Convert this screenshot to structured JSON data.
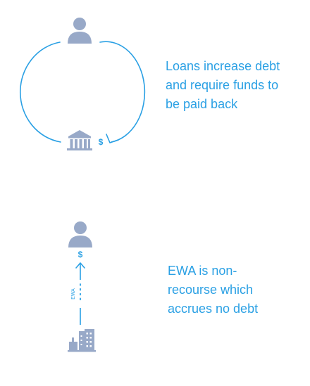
{
  "colors": {
    "icon": "#98a9c8",
    "accent": "#2aa0e4"
  },
  "icons": {
    "person": "person-icon",
    "bank": "bank-icon",
    "factory": "factory-icon",
    "dollar": "dollar-icon",
    "arrow": "arrowhead-icon"
  },
  "loan": {
    "dollar_symbol": "$",
    "caption_lines": [
      "Loans increase debt",
      "and require funds to",
      "be paid back"
    ]
  },
  "ewa": {
    "dollar_symbol": "$",
    "flow_label": "EWA",
    "caption_lines": [
      "EWA is non-",
      "recourse which",
      "accrues no debt"
    ]
  }
}
